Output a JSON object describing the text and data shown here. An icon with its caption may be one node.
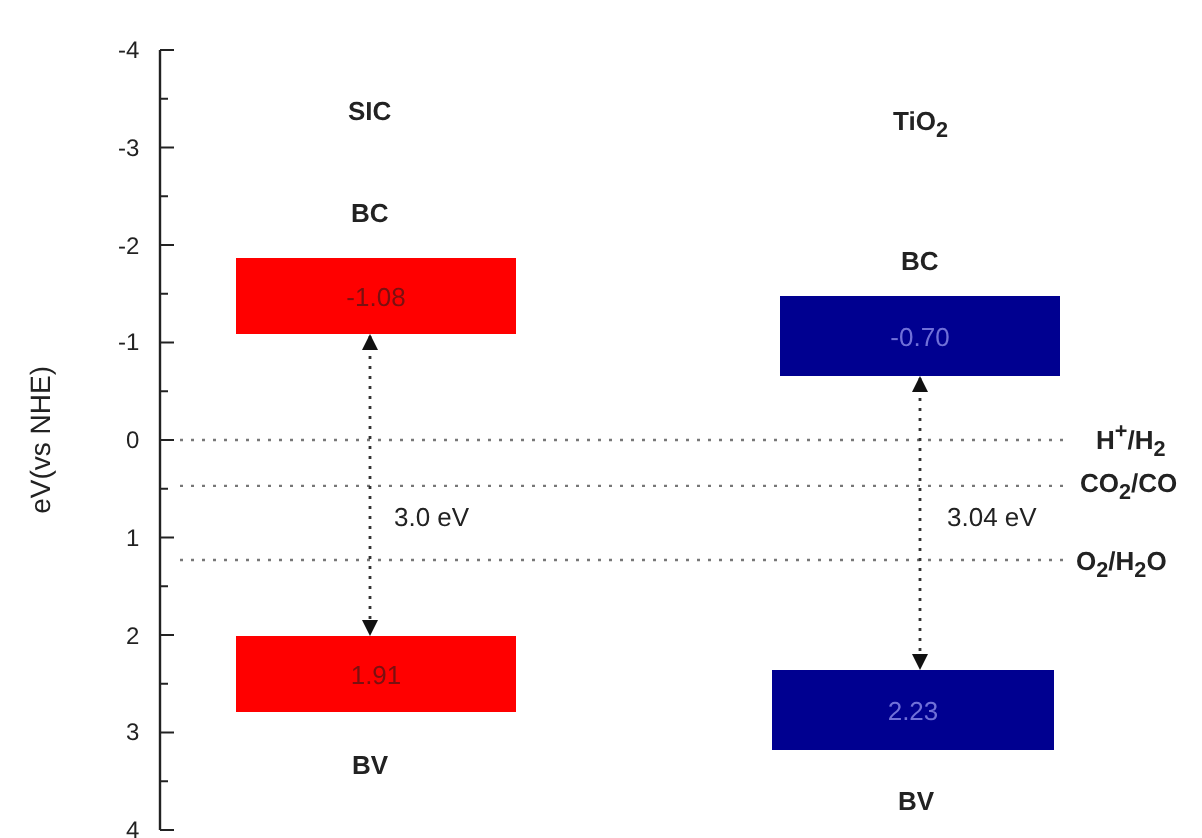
{
  "diagram": {
    "nodes": [
      {
        "text": [
          "-1.08"
        ],
        "beside": [
          "BC"
        ]
      },
      {
        "text": [
          "1.91"
        ],
        "beside": [
          "BV"
        ]
      },
      {
        "text": [
          "-0.70"
        ],
        "beside": [
          "BC"
        ]
      },
      {
        "text": [
          "2.23"
        ],
        "beside": [
          "BV"
        ]
      }
    ],
    "edges": [
      {
        "from": 0,
        "to": 1,
        "arrow": "both",
        "label": "3.0 eV",
        "style": "dashed"
      },
      {
        "from": 2,
        "to": 3,
        "arrow": "both",
        "label": "3.04 eV",
        "style": "dashed"
      }
    ],
    "labels": [
      "SIC",
      "TiO$_{2}$",
      "-4",
      "-3",
      "-2",
      "-1",
      "0",
      "1",
      "2",
      "3",
      "4",
      "eV(vs NHE)",
      "H$^{+}$/H$_{2}$",
      "CO$_{2}$/CO",
      "O$_{2}$/H$_{2}$O"
    ]
  }
}
